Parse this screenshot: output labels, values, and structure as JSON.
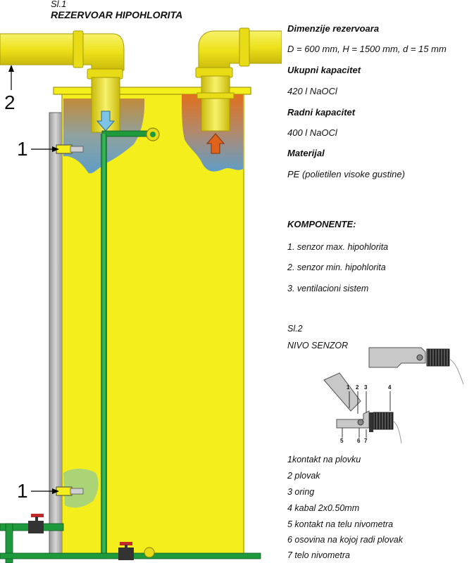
{
  "figure1": {
    "label": "Sl.1",
    "title": "REZERVOAR HIPOHLORITA",
    "callouts": [
      "2",
      "1",
      "1"
    ]
  },
  "specs": [
    {
      "heading": "Dimenzije rezervoara",
      "value": "D = 600 mm, H = 1500 mm, d = 15 mm"
    },
    {
      "heading": "Ukupni kapacitet",
      "value": "420 l  NaOCl"
    },
    {
      "heading": "Radni kapacitet",
      "value": "400 l NaOCl"
    },
    {
      "heading": "Materijal",
      "value": "PE (polietilen visoke gustine)"
    }
  ],
  "components": {
    "heading": "KOMPONENTE:",
    "items": [
      "1. senzor max. hipohlorita",
      "2. senzor min. hipohlorita",
      "3. ventilacioni sistem"
    ]
  },
  "figure2": {
    "label": "Sl.2",
    "title": "NIVO SENZOR",
    "part_numbers": [
      "1",
      "2",
      "3",
      "4",
      "5",
      "6",
      "7"
    ],
    "legend": [
      "1kontakt na plovku",
      "2 plovak",
      "3 oring",
      "4 kabal 2x0.50mm",
      "5 kontakt na telu nivometra",
      "6 osovina na kojoj radi plovak",
      "7 telo nivometra"
    ]
  },
  "colors": {
    "tank": "#f4ee1c",
    "pipe_green": "#1e9a3c",
    "liquid_blue": "#6fa6c4",
    "liquid_orange": "#e07a1e",
    "arrow_blue": "#7dc3e6",
    "arrow_orange": "#e0621c",
    "wall_gray": "#b8b8b8"
  }
}
